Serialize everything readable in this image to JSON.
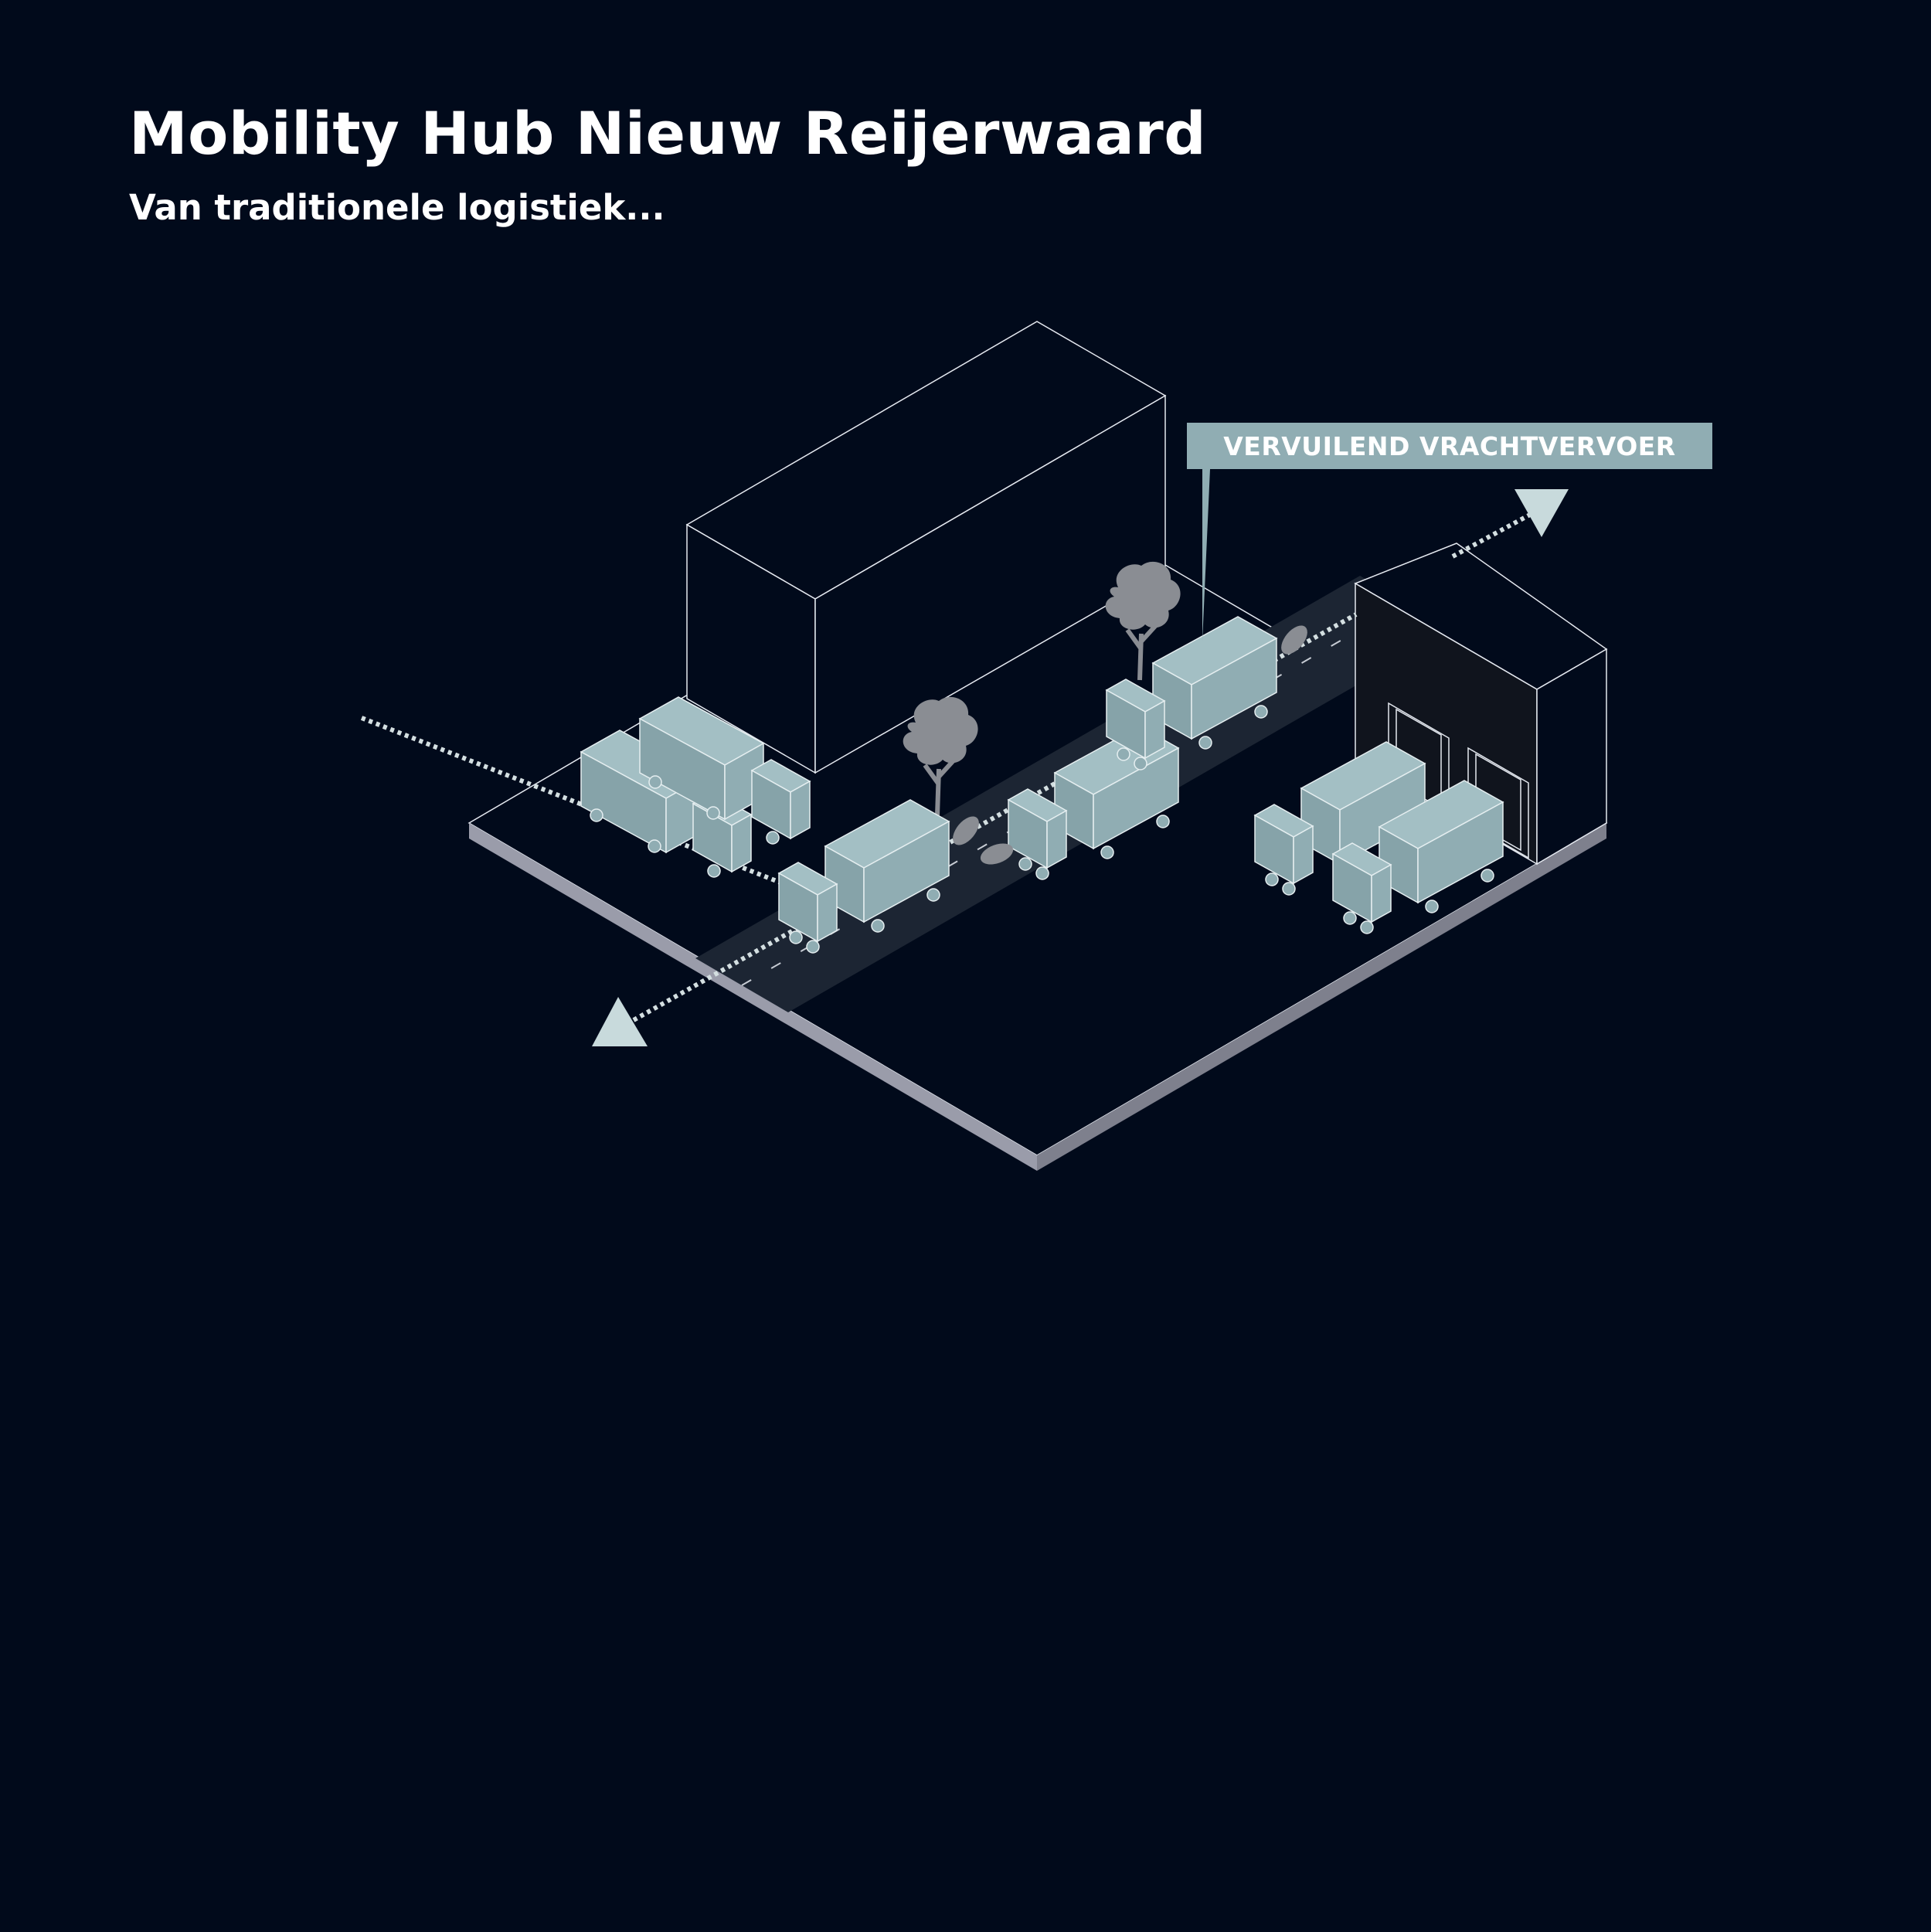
{
  "header": {
    "title": "Mobility Hub Nieuw Reijerwaard",
    "subtitle": "Van traditionele logistiek..."
  },
  "callout": {
    "label": "VERVUILEND VRACHTVERVOER"
  },
  "scene": {
    "elements": [
      "site-platform",
      "office-building",
      "warehouse",
      "road",
      "trucks",
      "trees",
      "loading-docks",
      "traffic-flow-arrows"
    ]
  },
  "colors": {
    "background": "#010a1b",
    "truck_fill": "#90adb3",
    "callout_fill": "#90adb3",
    "arrow_fill": "#c8dadc",
    "line": "#e5e9f0",
    "platform_edge": "#8d8f9c",
    "road_fill": "#1c2533",
    "tree": "#8a8d93"
  }
}
